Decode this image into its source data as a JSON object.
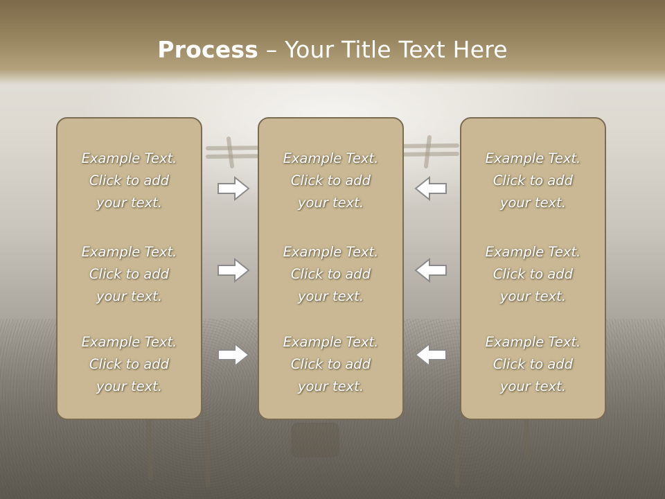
{
  "slide": {
    "title_bold": "Process",
    "title_rest": " – Your Title Text Here"
  },
  "colors": {
    "header": "#97855f",
    "box_fill": "#c9b893",
    "box_border": "#7a6c52",
    "arrow_fill": "#ffffff",
    "arrow_stroke": "#8a8a8a"
  },
  "columns": [
    {
      "items": [
        "Example Text.\nClick  to add\nyour text.",
        "Example Text.\nClick  to add\nyour text.",
        "Example Text.\nClick  to add\nyour text."
      ]
    },
    {
      "items": [
        "Example Text.\nClick  to add\nyour text.",
        "Example Text.\nClick  to add\nyour text.",
        "Example Text.\nClick  to add\nyour text."
      ]
    },
    {
      "items": [
        "Example Text.\nClick  to add\nyour text.",
        "Example Text.\nClick  to add\nyour text.",
        "Example Text.\nClick  to add\nyour text."
      ]
    }
  ],
  "arrows": {
    "left_group": [
      "arrow-right-icon",
      "arrow-right-icon",
      "arrow-right-icon"
    ],
    "right_group": [
      "arrow-left-icon",
      "arrow-left-icon",
      "arrow-left-icon"
    ]
  }
}
